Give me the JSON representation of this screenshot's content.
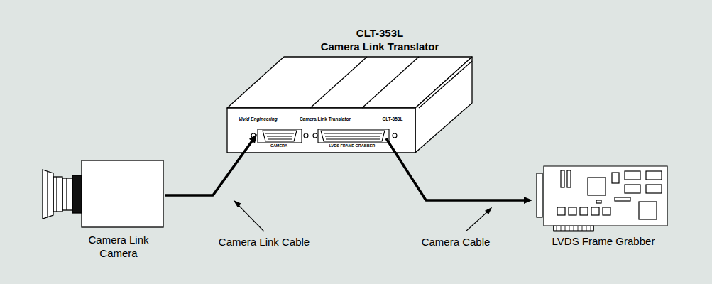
{
  "diagram": {
    "nodes": [
      {
        "text": [
          "Camera Link Camera"
        ]
      },
      {
        "text": [
          "CLT-353L",
          "Camera Link Translator",
          "Vivid Engineering",
          "Camera Link Translator",
          "CLT-353L"
        ]
      },
      {
        "text": [
          "CAMERA"
        ],
        "in": 1
      },
      {
        "text": [
          "LVDS FRAME GRABBER"
        ],
        "in": 1
      },
      {
        "text": [
          "LVDS Frame Grabber"
        ]
      }
    ],
    "edges": [
      {
        "from": 0,
        "to": 2,
        "arrow": "to"
      },
      {
        "from": 3,
        "to": 4,
        "arrow": "to"
      }
    ],
    "labels": [
      "Camera Link Cable",
      "Camera Cable"
    ]
  }
}
